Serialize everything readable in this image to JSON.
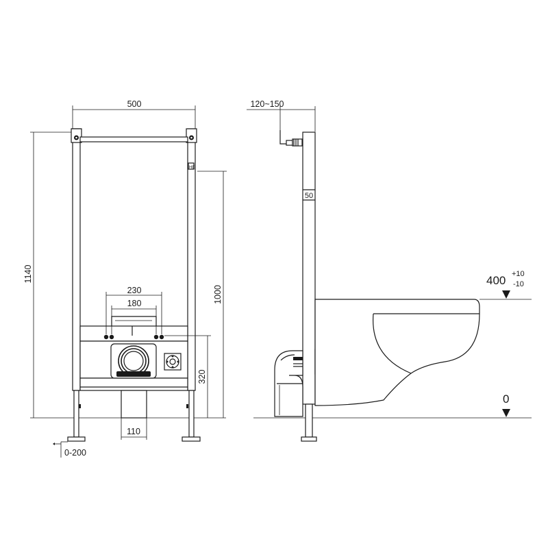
{
  "dimensions": {
    "frame_width": "500",
    "overall_height": "1140",
    "height_1000": "1000",
    "pipe_height": "320",
    "spacing_230": "230",
    "spacing_180": "180",
    "outlet_width": "110",
    "foot_adjust": "0-200",
    "wall_distance": "120~150",
    "profile_depth": "50"
  },
  "levels": {
    "bowl_height": "400",
    "bowl_tol_plus": "+10",
    "bowl_tol_minus": "-10",
    "floor": "0"
  },
  "marks": {
    "frame_tag": "HE"
  }
}
